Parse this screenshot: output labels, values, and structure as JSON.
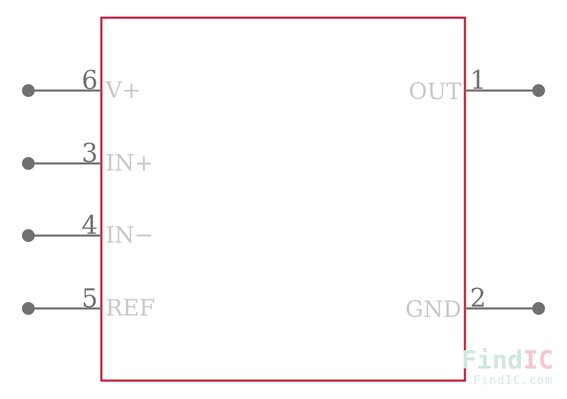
{
  "component": {
    "body_color": "#c41e3a",
    "pin_color": "#707070",
    "pin_label_color": "#c8c8c8",
    "left_pins": [
      {
        "number": "6",
        "name": "V+"
      },
      {
        "number": "3",
        "name": "IN+"
      },
      {
        "number": "4",
        "name": "IN−"
      },
      {
        "number": "5",
        "name": "REF"
      }
    ],
    "right_pins": [
      {
        "number": "1",
        "name": "OUT"
      },
      {
        "number": "2",
        "name": "GND"
      }
    ]
  },
  "watermark": {
    "brand_prefix": "Find",
    "brand_suffix": "IC",
    "url": "FindIC.com",
    "prefix_color": "#cfe8df",
    "suffix_color": "#f6c7cf"
  }
}
